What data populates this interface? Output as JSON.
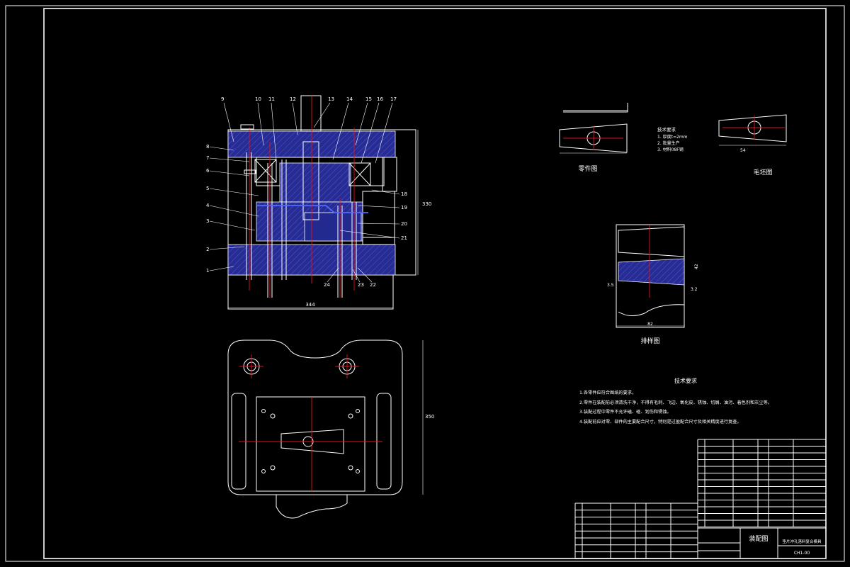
{
  "drawing_title": "装配图",
  "drawing_number": "CH1-00",
  "design_title": "垫片冲孔落料复合模具",
  "views": {
    "part_view_label": "零件图",
    "blank_view_label": "毛坯图",
    "layout_view_label": "排样图"
  },
  "part_notes": {
    "heading": "技术要求",
    "items": [
      "1. 厚度t=2mm",
      "2. 批量生产",
      "3. 材料08F钢"
    ]
  },
  "dimensions": {
    "assembly_width": "344",
    "assembly_height": "330",
    "plan_height": "350",
    "blank_width": "54",
    "layout_width": "82",
    "layout_gap_a": "3.5",
    "layout_gap_b": "3.2",
    "layout_pitch": "42"
  },
  "part_numbers": [
    "1",
    "2",
    "3",
    "4",
    "5",
    "6",
    "7",
    "8",
    "9",
    "10",
    "11",
    "12",
    "13",
    "14",
    "15",
    "16",
    "17",
    "18",
    "19",
    "20",
    "21",
    "22",
    "23",
    "24"
  ],
  "tech_requirements": {
    "heading": "技术要求",
    "items": [
      "1.各零件应符合图纸的要求。",
      "2.零件在装配前必须清洗干净，不得有毛刺、飞边、氧化皮、锈蚀、切屑、油污、着色剂和灰尘等。",
      "3.装配过程中零件不允许磕、碰、划伤和锈蚀。",
      "4.装配前应对零、部件的主要配合尺寸，特别是过盈配合尺寸及相关精度进行复查。"
    ]
  }
}
